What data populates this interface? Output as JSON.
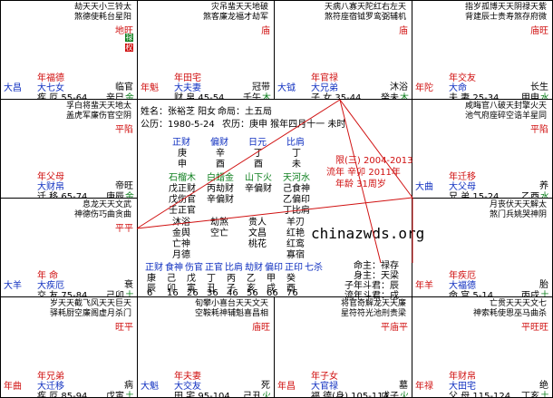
{
  "cells": [
    {
      "id": "c0",
      "stars": "劫天天小三铃太\n煞德使耗台星阳",
      "badges": [
        {
          "t": "禄",
          "c": "green"
        },
        {
          "t": "权",
          "c": "red"
        }
      ],
      "right": "地旺",
      "p1": "年福德",
      "p2": "大七女",
      "life": "疾 厄 55-64",
      "stem": "辛巳",
      "el": "金",
      "state": "临官",
      "left": "大昌"
    },
    {
      "id": "c1",
      "stars": "灾吊蜚天天地破\n煞客廉龙福才劫军",
      "right": "庙",
      "p1": "年田宅",
      "p2": "大夫妻",
      "life": "财 帛 45-54",
      "stem": "壬午",
      "el": "木",
      "state": "冠带",
      "left": "年魁"
    },
    {
      "id": "c2",
      "stars": "天病八寡天陀红右左天\n煞符座宿钺罗鸾弼辅机",
      "right": "庙",
      "p1": "年官禄",
      "p2": "大兄弟",
      "life": "子 女 35-44",
      "stem": "癸未",
      "el": "木",
      "state": "沐浴",
      "left": "大钺"
    },
    {
      "id": "c3",
      "stars": "指岁孤博天天阴禄天紫\n背建辰士贵寿煞存府微",
      "right": "庙旺",
      "p1": "年交友",
      "p2": "大命",
      "life": "夫 妻 25-34",
      "stem": "甲申",
      "el": "水",
      "state": "长生",
      "left": "年陀"
    },
    {
      "id": "c4",
      "stars": "孚白将蜚天天地太\n盖虎军廉伤官空阴",
      "right": "平陷",
      "p1": "年父母",
      "p2": "大财帛",
      "life": "迁 移 65-74",
      "stem": "庚辰",
      "el": "金",
      "state": "帝旺"
    },
    {
      "id": "c5",
      "stars": "咸晦官八破天封擎火天\n池气府座碎空诰羊星同",
      "right": "平陷",
      "p1": "年迁移",
      "p2": "大父母",
      "life": "兄 弟 15-24",
      "stem": "乙酉",
      "el": "水",
      "state": "养",
      "left": "大曲"
    },
    {
      "id": "c6",
      "stars": "息龙天天文武\n神德伤巧曲贪曲",
      "right": "平平",
      "p1": "年 命",
      "p2": "大疾厄",
      "life": "交 友 75-84",
      "stem": "己卯",
      "el": "土",
      "state": "衰",
      "left": "大羊"
    },
    {
      "id": "c7",
      "stars": "月丧伏天天解太\n煞门兵姚哭神阴",
      "p1": "年疾厄",
      "p2": "大福德",
      "life": "命 宫 5-14",
      "stem": "丙戌",
      "el": "土",
      "state": "胎",
      "left": "年羊"
    },
    {
      "id": "c8",
      "stars": "岁天天截飞风天天巨天\n驿耗厨空廉阁虚月杀门",
      "right": "旺平",
      "p1": "年兄弟",
      "p2": "大迁移",
      "life": "疾 厄 85-94",
      "stem": "戊寅",
      "el": "土",
      "state": "病",
      "left": "年曲"
    },
    {
      "id": "c9",
      "stars": "旬攀小喜台天天文天\n空鞍耗神辅魁喜昌相",
      "right": "庙旺",
      "p1": "年夫妻",
      "p2": "大交友",
      "life": "田 宅 95-104",
      "stem": "己丑",
      "el": "火",
      "state": "死",
      "left": "大魁"
    },
    {
      "id": "c10",
      "stars": "将官奇解龙天天廉\n星符符光池刑贵梁",
      "right": "平庙平",
      "p1": "年子女",
      "p2": "大官禄",
      "life": "福 德(身) 105-114",
      "stem": "戊子",
      "el": "火",
      "state": "墓",
      "left": "年昌"
    },
    {
      "id": "c11",
      "stars": "亡贯天天天文七\n神索耗使恩巫马曲杀",
      "right": "平旺旺",
      "p1": "年财帛",
      "p2": "大田宅",
      "life": "父 母 115-124",
      "stem": "丁亥",
      "el": "土",
      "state": "绝",
      "left": "年禄"
    }
  ],
  "center": {
    "name": "姓名：张裕芝  阳女",
    "mingju": "命局：土五局",
    "solar": "公历：1980-5-24",
    "lunar": "农历：庚申 猴年四月十一  未时",
    "tenGods": [
      "正财",
      "偏财",
      "日元",
      "比肩"
    ],
    "stems": [
      "庚",
      "辛",
      "丁",
      "丁"
    ],
    "branches": [
      "申",
      "酉",
      "酉",
      "未"
    ],
    "nayin": [
      "石榴木",
      "白蜡金",
      "山下火",
      "天河水"
    ],
    "hide1": [
      "戊正财",
      "丙劫财",
      "辛偏财",
      "己食神"
    ],
    "hide2": [
      "戊伤官",
      "辛偏财",
      "",
      "乙偏印"
    ],
    "hide3": [
      "壬正官",
      "",
      "",
      "丁比肩"
    ],
    "shensha1": [
      "沐浴",
      "劫煞",
      "贵人",
      "羊刃"
    ],
    "shensha2": [
      "金舆",
      "空亡",
      "文昌",
      "红艳"
    ],
    "shensha3": [
      "亡神",
      "",
      "桃花",
      "红鸾"
    ],
    "shensha4": [
      "月德",
      "",
      "",
      "寡宿"
    ],
    "xian": "限(三) 2004-2013",
    "liunian": "流年 辛卯 2011年",
    "nianling": "年龄 31周岁",
    "luck": [
      "正财",
      "食神",
      "伤官",
      "正官",
      "比肩",
      "劫财",
      "偏印",
      "正印",
      "七杀"
    ],
    "luckYears": [
      "康",
      "己",
      "戊",
      "丁",
      "丙",
      "乙",
      "甲",
      "癸"
    ],
    "luckBranch": [
      "辰",
      "卯",
      "寅",
      "丑",
      "子",
      "亥",
      "戌",
      "酉"
    ],
    "luckAge": [
      "6",
      "16",
      "26",
      "36",
      "46",
      "56",
      "66",
      "76"
    ],
    "mingzhu": "命主：禄存",
    "shenzhu": "身主：天梁",
    "ziNianDou": "子年斗君：辰",
    "liuNianDou": "流年斗君：戌",
    "watermark": "chinazwds.org"
  }
}
